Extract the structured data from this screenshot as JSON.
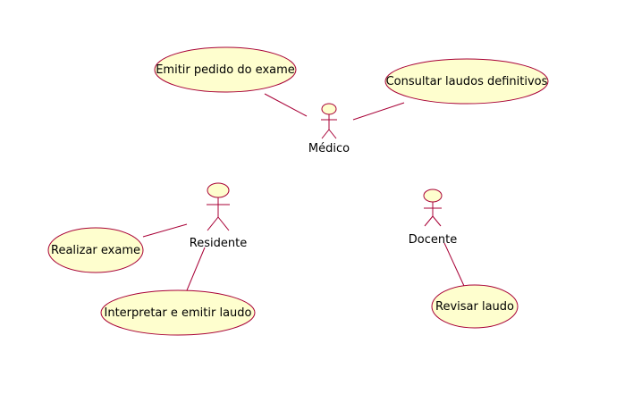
{
  "colors": {
    "use_case_fill": "#FEFECE",
    "stroke": "#A80036",
    "text": "#000000",
    "background": "#FFFFFF"
  },
  "actors": {
    "medico": "Médico",
    "residente": "Residente",
    "docente": "Docente"
  },
  "use_cases": {
    "emitir_pedido": "Emitir pedido do exame",
    "consultar_laudos": "Consultar laudos definitivos",
    "realizar_exame": "Realizar exame",
    "interpretar_laudo": "Interpretar e emitir laudo",
    "revisar_laudo": "Revisar laudo"
  },
  "associations": [
    [
      "medico",
      "emitir_pedido"
    ],
    [
      "medico",
      "consultar_laudos"
    ],
    [
      "residente",
      "realizar_exame"
    ],
    [
      "residente",
      "interpretar_laudo"
    ],
    [
      "docente",
      "revisar_laudo"
    ]
  ]
}
